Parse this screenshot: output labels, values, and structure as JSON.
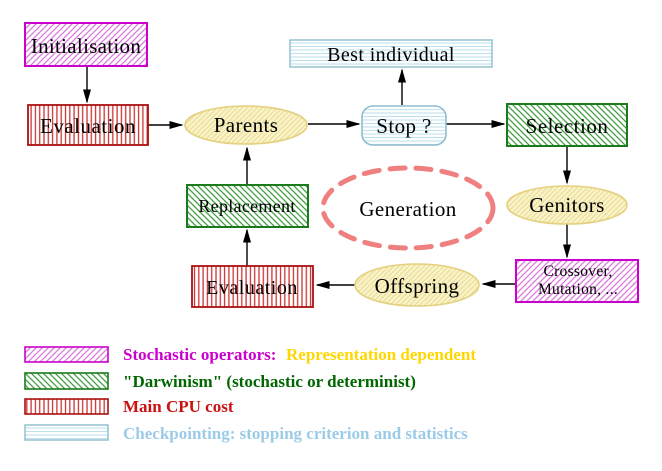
{
  "diagram": {
    "nodes": {
      "initialisation": {
        "label": "Initialisation"
      },
      "evaluation_top": {
        "label": "Evaluation"
      },
      "parents": {
        "label": "Parents"
      },
      "stop": {
        "label": "Stop ?"
      },
      "best_individual": {
        "label": "Best individual"
      },
      "selection": {
        "label": "Selection"
      },
      "genitors": {
        "label": "Genitors"
      },
      "crossover_mutation": {
        "line1": "Crossover,",
        "line2": "Mutation, ..."
      },
      "offspring": {
        "label": "Offspring"
      },
      "evaluation_bottom": {
        "label": "Evaluation"
      },
      "replacement": {
        "label": "Replacement"
      },
      "generation": {
        "label": "Generation"
      }
    },
    "legend": {
      "stochastic": {
        "label": "Stochastic operators:",
        "label_suffix": "Representation dependent",
        "label_color": "#CC00CC",
        "suffix_color": "#FFD700",
        "swatch": "magenta-diagonal-hatch"
      },
      "darwinism": {
        "label": "\"Darwinism\" (stochastic or determinist)",
        "label_color": "#006600",
        "swatch": "green-diagonal-hatch"
      },
      "cpu_cost": {
        "label": "Main CPU cost",
        "label_color": "#CC1111",
        "swatch": "red-vertical-stripes"
      },
      "checkpointing": {
        "label": "Checkpointing: stopping criterion and statistics",
        "label_color": "#9CCBE8",
        "swatch": "cyan-horizontal-stripes"
      }
    },
    "colors": {
      "magenta_border": "#CC00CC",
      "magenta_hatch": "#DC78DC",
      "green_border": "#1B7A1B",
      "green_hatch": "#3F9E3F",
      "red_border": "#AA1111",
      "red_stripe": "#CC3333",
      "cyan_border": "#8FBCCE",
      "cyan_stripe": "#BFE1F0",
      "yellow_border": "#E4D07E",
      "yellow_fill": "#FAF4CB",
      "yellow_hatch": "#EDE09E",
      "generation_dash": "#F08080",
      "arrow": "#000000"
    }
  }
}
